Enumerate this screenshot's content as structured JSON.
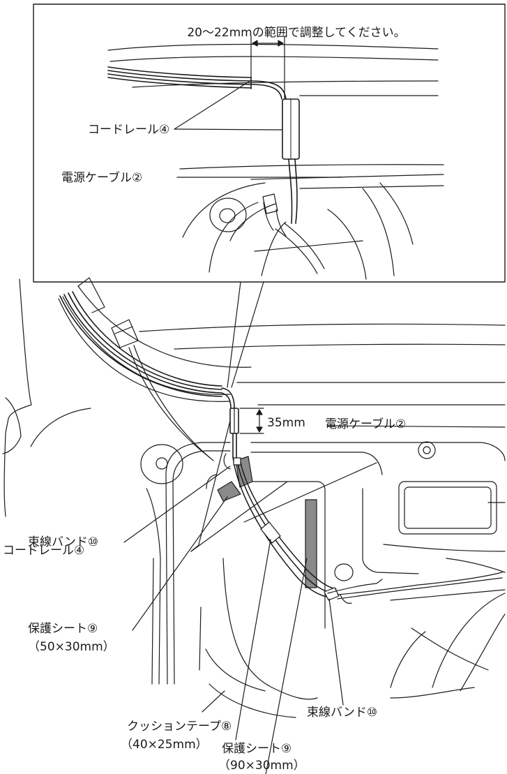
{
  "inset": {
    "adjust_range_text": "20〜22mmの範囲で調整してください。",
    "cord_rail_label": "コードレール④",
    "power_cable_label": "電源ケーブル②"
  },
  "main": {
    "dimension_text": "35mm",
    "power_cable_label": "電源ケーブル②",
    "cord_rail_label": "コードレール④",
    "band_label_left": "束線バンド⑩",
    "sheet_small_label": "保護シート⑨",
    "sheet_small_size": "（50×30mm）",
    "cushion_tape_label": "クッションテープ⑧",
    "cushion_tape_size": "（40×25mm）",
    "band_label_right": "束線バンド⑩",
    "sheet_large_label": "保護シート⑨",
    "sheet_large_size": "（90×30mm）"
  },
  "colors": {
    "line": "#1a1a1a",
    "tape_fill": "#8a8a8a",
    "background": "#ffffff"
  }
}
